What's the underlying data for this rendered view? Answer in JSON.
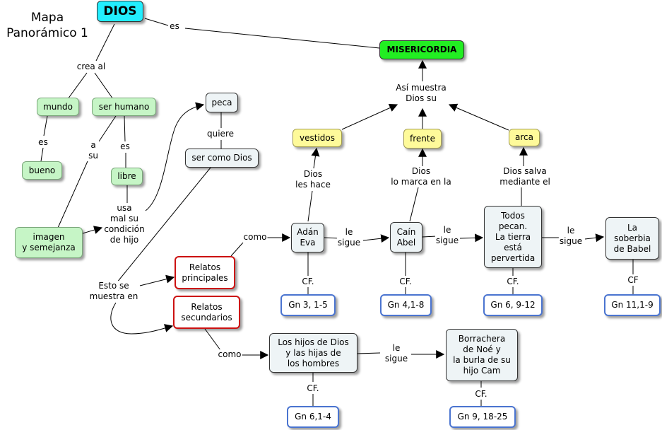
{
  "title": "Mapa\nPanorámico 1",
  "nodes": {
    "dios": "DIOS",
    "misericordia": "MISERICORDIA",
    "mundo": "mundo",
    "ser_humano": "ser humano",
    "bueno": "bueno",
    "libre": "libre",
    "imagen": "imagen\ny semejanza",
    "peca": "peca",
    "ser_como_dios": "ser como Dios",
    "relatos_principales": "Relatos\nprincipales",
    "relatos_secundarios": "Relatos\nsecundarios",
    "vestidos": "vestidos",
    "frente": "frente",
    "arca": "arca",
    "adan_eva": "Adán\nEva",
    "cain_abel": "Caín\nAbel",
    "todos_pecan": "Todos\npecan.\nLa tierra\nestá\npervertida",
    "babel": "La\nsoberbia\nde Babel",
    "gn3": "Gn 3, 1-5",
    "gn4": "Gn 4,1-8",
    "gn6_9": "Gn 6, 9-12",
    "gn11": "Gn 11,1-9",
    "hijos_dios": "Los hijos de Dios\ny las hijas de\nlos hombres",
    "borrachera": "Borrachera\nde Noé y\nla burla de su\nhijo Cam",
    "gn6_1": "Gn 6,1-4",
    "gn9": "Gn 9, 18-25"
  },
  "links": {
    "es_top": "es",
    "crea_al": "crea al",
    "es_bueno": "es",
    "a_su": "a\nsu",
    "es_libre": "es",
    "usa_mal": "usa\nmal su\ncondición\nde hijo",
    "quiere": "quiere",
    "esto_se_muestra": "Esto se\nmuestra en",
    "como_1": "como",
    "como_2": "como",
    "le_sigue_1": "le\nsigue",
    "le_sigue_2": "le\nsigue",
    "le_sigue_3": "le\nsigue",
    "le_sigue_4": "le\nsigue",
    "cf_1": "CF.",
    "cf_2": "CF.",
    "cf_3": "CF.",
    "cf_4": "CF",
    "cf_5": "CF.",
    "cf_6": "CF.",
    "dios_les_hace": "Dios\nles hace",
    "dios_lo_marca": "Dios\nlo marca en la",
    "dios_salva": "Dios salva\nmediante el",
    "asi_muestra": "Así muestra\nDios su"
  }
}
